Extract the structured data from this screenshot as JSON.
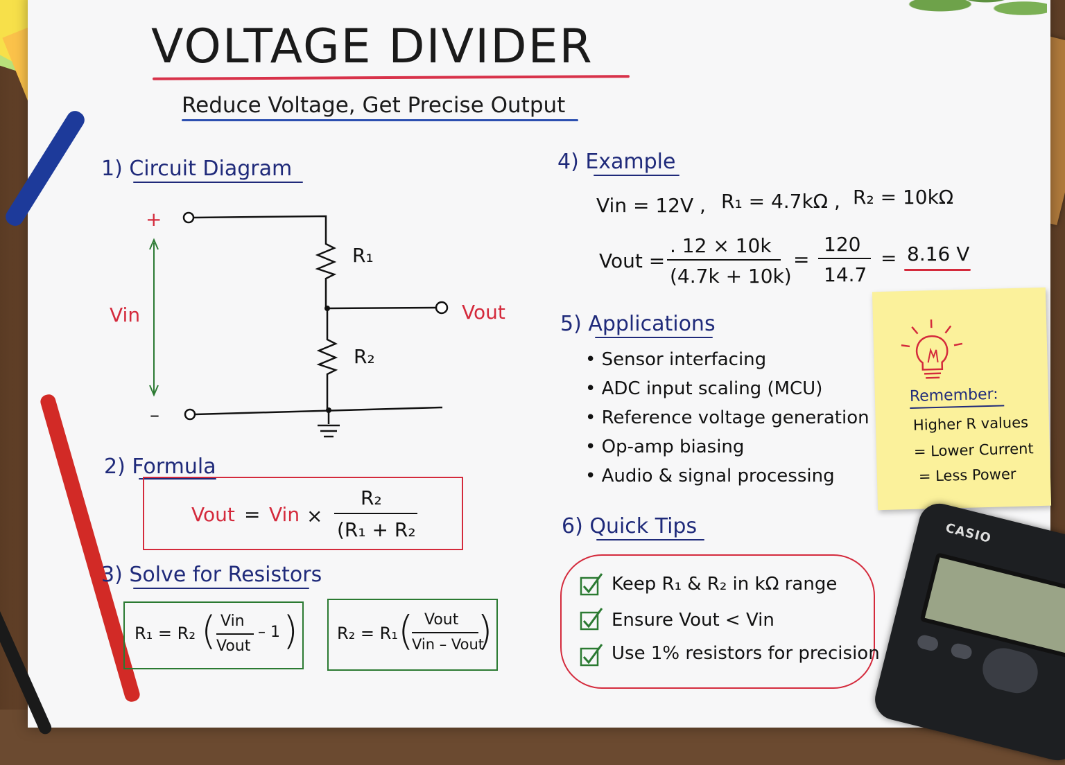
{
  "title": "VOLTAGE DIVIDER",
  "subtitle": "Reduce Voltage, Get Precise Output",
  "sections": {
    "circuit": "1) Circuit Diagram",
    "formula": "2) Formula",
    "solve": "3) Solve for Resistors",
    "example": "4) Example",
    "applications": "5) Applications",
    "tips": "6) Quick Tips"
  },
  "circuit": {
    "plus": "+",
    "minus": "–",
    "vin": "Vin",
    "vout": "Vout",
    "r1": "R₁",
    "r2": "R₂"
  },
  "formula": {
    "lhs": "Vout",
    "eq": "=",
    "vin": "Vin",
    "times": "×",
    "num": "R₂",
    "den": "(R₁ + R₂"
  },
  "solve": {
    "r1_lhs": "R₁ = R₂",
    "r1_num": "Vin",
    "r1_den": "Vout",
    "r1_tail": "– 1",
    "r2_lhs": "R₂ = R₁",
    "r2_num": "Vout",
    "r2_den": "Vin – Vout"
  },
  "example": {
    "given_vin": "Vin = 12V ,",
    "given_r1": "R₁ = 4.7kΩ ,",
    "given_r2": "R₂ = 10kΩ",
    "vout_lhs": "Vout =",
    "frac1_num": ". 12 × 10k",
    "frac1_den": "(4.7k + 10k)",
    "eq2": "=",
    "frac2_num": "120",
    "frac2_den": "14.7",
    "eq3": "=",
    "result": "8.16 V"
  },
  "applications": [
    "Sensor interfacing",
    "ADC input scaling (MCU)",
    "Reference voltage generation",
    "Op-amp biasing",
    "Audio & signal processing"
  ],
  "tips": [
    "Keep R₁ & R₂ in kΩ range",
    "Ensure Vout < Vin",
    "Use 1% resistors for precision"
  ],
  "remember": {
    "heading": "Remember:",
    "lines": [
      "Higher R values",
      "= Lower Current",
      "= Less Power"
    ]
  },
  "calculator": {
    "brand": "CASIO"
  },
  "colors": {
    "red": "#d42a3c",
    "blue": "#1f2a7a",
    "green": "#2b7a32",
    "paper": "#f7f7f8"
  }
}
